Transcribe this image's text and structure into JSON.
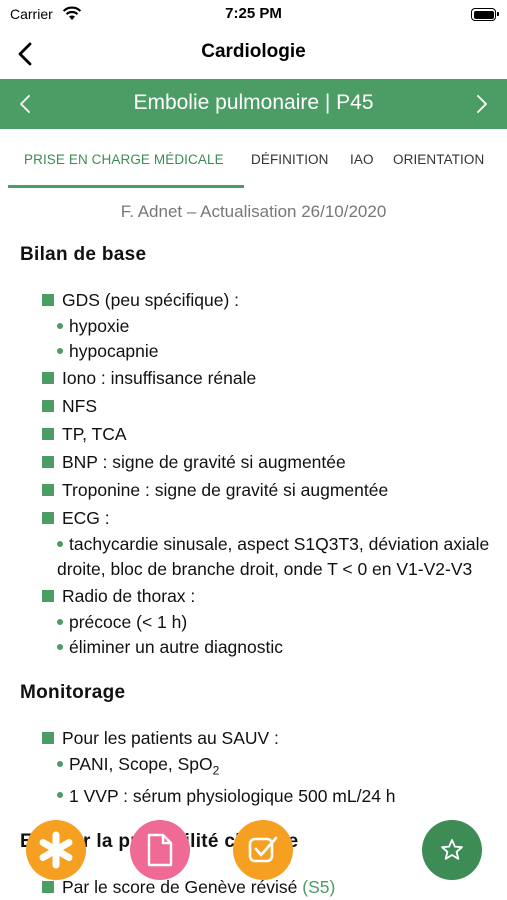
{
  "status_bar": {
    "carrier": "Carrier",
    "time": "7:25 PM"
  },
  "nav": {
    "title": "Cardiologie"
  },
  "header": {
    "title": "Embolie pulmonaire | P45"
  },
  "tabs": [
    {
      "label": "PRISE EN CHARGE MÉDICALE"
    },
    {
      "label": "DÉFINITION"
    },
    {
      "label": "IAO"
    },
    {
      "label": "ORIENTATION"
    }
  ],
  "author": "F. Adnet – Actualisation 26/10/2020",
  "sections": {
    "bilan": {
      "heading": "Bilan de base",
      "items": [
        {
          "text": "GDS (peu spécifique) :",
          "sub": [
            "hypoxie",
            "hypocapnie"
          ]
        },
        {
          "text": "Iono : insuffisance rénale"
        },
        {
          "text": "NFS"
        },
        {
          "text": "TP, TCA"
        },
        {
          "text": "BNP : signe de gravité si augmentée"
        },
        {
          "text": "Troponine : signe de gravité si augmentée"
        },
        {
          "text": "ECG :",
          "sub": [
            "tachycardie sinusale, aspect S1Q3T3, déviation axiale droite, bloc de branche droit, onde T < 0 en V1-V2-V3"
          ]
        },
        {
          "text": "Radio de thorax :",
          "sub": [
            "précoce (< 1 h)",
            "éliminer un autre diagnostic"
          ]
        }
      ]
    },
    "monitorage": {
      "heading": "Monitorage",
      "items": [
        {
          "text": "Pour les patients au SAUV :",
          "sub_a_prefix": "PANI, Scope, SpO",
          "sub_a_subscript": "2",
          "sub_b": "1 VVP : sérum physiologique 500 mL/24 h"
        }
      ]
    },
    "probabilite": {
      "heading": "Evaluer la probabilité clinique",
      "item_text": "Par le score de Genève révisé",
      "item_link": "(S5)"
    }
  },
  "fabs": {
    "asterisk": "asterisk-icon",
    "document": "document-icon",
    "check": "checkbox-icon",
    "star": "star-icon"
  },
  "colors": {
    "accent_green": "#4b9d65",
    "fab_orange": "#f5a020",
    "fab_pink": "#ef6a94",
    "fab_green": "#3d8c55"
  }
}
